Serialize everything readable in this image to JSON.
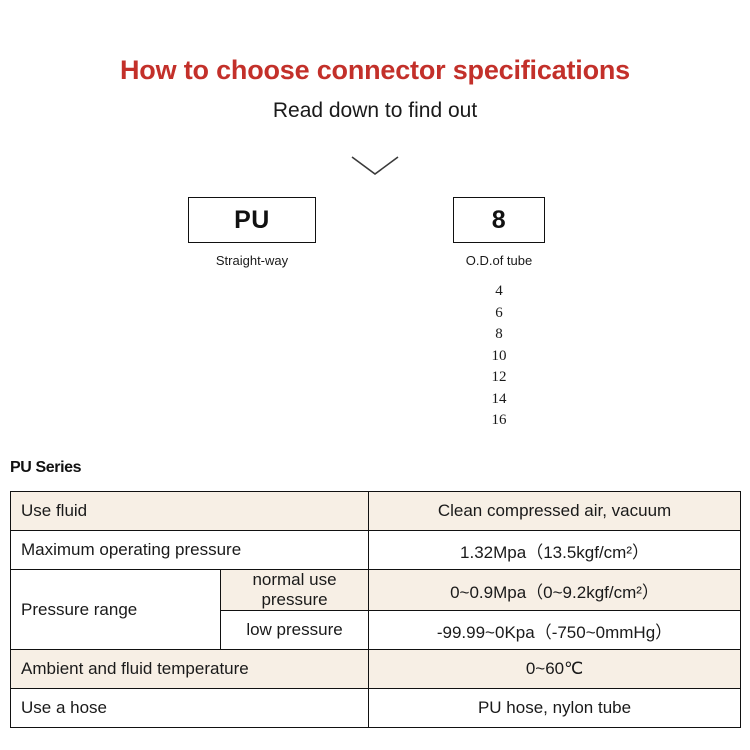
{
  "header": {
    "title": "How to choose connector specifications",
    "subtitle": "Read down to find out",
    "title_color": "#C3302A",
    "chevron_icon": "chevron-down-icon"
  },
  "selector": {
    "series_box": {
      "code": "PU",
      "caption": "Straight-way"
    },
    "size_box": {
      "code": "8",
      "caption": "O.D.of tube",
      "options": [
        "4",
        "6",
        "8",
        "10",
        "12",
        "14",
        "16"
      ]
    }
  },
  "spec": {
    "heading": "PU Series",
    "row_tint_color": "#F7EFE5",
    "rows": [
      {
        "label": "Use fluid",
        "sub_label": null,
        "value": "Clean compressed air, vacuum",
        "value_size": "big",
        "tinted": true
      },
      {
        "label": "Maximum operating pressure",
        "sub_label": null,
        "value": "1.32Mpa（13.5kgf/cm²）",
        "value_size": "small",
        "tinted": false
      },
      {
        "label": "Pressure range",
        "sub_label": "normal use pressure",
        "value": "0~0.9Mpa（0~9.2kgf/cm²）",
        "value_size": "small",
        "tinted": true
      },
      {
        "label": "",
        "sub_label": "low pressure",
        "value": "-99.99~0Kpa（-750~0mmHg）",
        "value_size": "small",
        "tinted": false
      },
      {
        "label": "Ambient and fluid temperature",
        "sub_label": null,
        "value": "0~60℃",
        "value_size": "small",
        "tinted": true
      },
      {
        "label": "Use a hose",
        "sub_label": null,
        "value": "PU hose, nylon tube",
        "value_size": "big",
        "tinted": false
      }
    ]
  }
}
